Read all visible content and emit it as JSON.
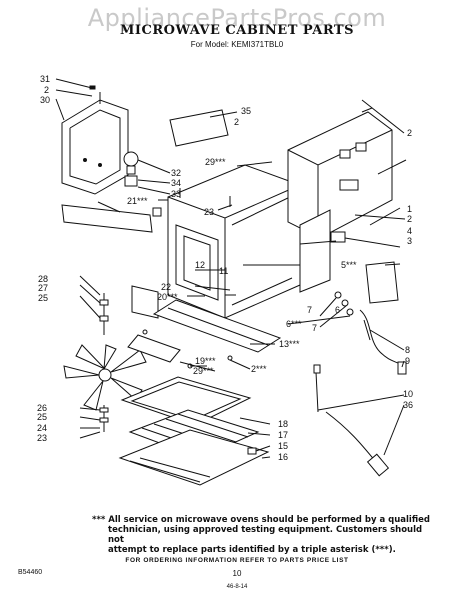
{
  "watermark": "AppliancePartsPros.com",
  "title": "MICROWAVE CABINET PARTS",
  "model": "For Model: KEMI371TBL0",
  "callouts": [
    "31",
    "2",
    "30",
    "35",
    "2",
    "29***",
    "32",
    "34",
    "33",
    "21***",
    "23",
    "2",
    "1",
    "2",
    "4",
    "3",
    "12",
    "11",
    "5***",
    "28",
    "27",
    "25",
    "22",
    "20***",
    "7",
    "6",
    "7",
    "6***",
    "13***",
    "8",
    "9",
    "19***",
    "29***",
    "2***",
    "10",
    "36",
    "26",
    "25",
    "24",
    "23",
    "18",
    "17",
    "15",
    "16"
  ],
  "note": {
    "line1": "*** All service on microwave ovens should be performed by a qualified",
    "line2": "technician, using approved testing equipment. Customers should not",
    "line3": "attempt to replace parts identified by a triple asterisk (***)."
  },
  "footer": "FOR ORDERING INFORMATION REFER TO PARTS PRICE LIST",
  "page_number": "10",
  "doc_id": "B54460",
  "page_code": "46-8-14"
}
